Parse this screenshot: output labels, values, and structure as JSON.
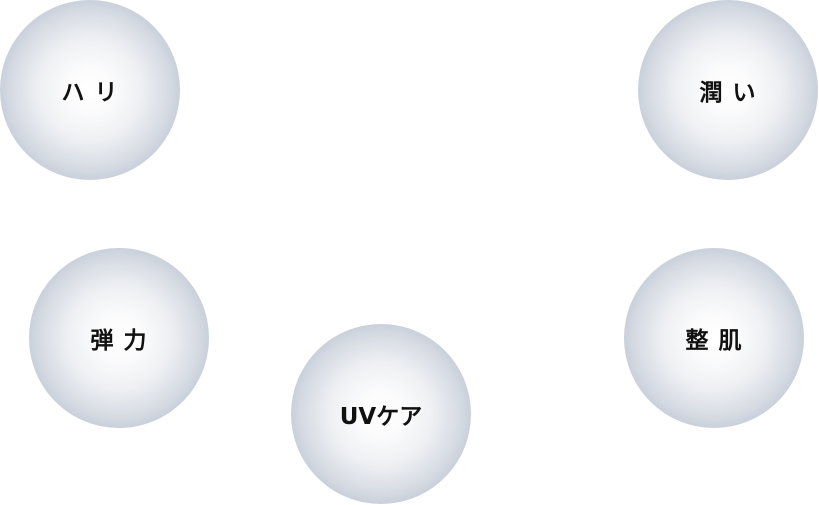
{
  "bubbles": [
    {
      "id": "hari",
      "label": "ハ リ"
    },
    {
      "id": "uruoi",
      "label": "潤 い"
    },
    {
      "id": "danryoku",
      "label": "弾 力"
    },
    {
      "id": "seiki",
      "label": "整 肌"
    },
    {
      "id": "uvcare",
      "label": "UVケア"
    }
  ],
  "colors": {
    "bubble_center": "#ffffff",
    "bubble_edge": "#9ba9bb",
    "label_text": "#111111",
    "background": "#ffffff"
  }
}
